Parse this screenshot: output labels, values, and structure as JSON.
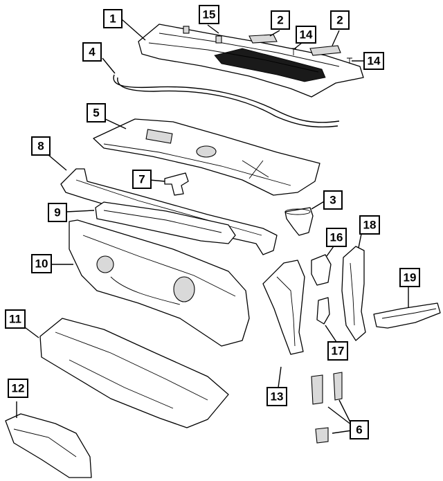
{
  "diagram": {
    "callouts": [
      {
        "id": "c1",
        "label": "1"
      },
      {
        "id": "c2a",
        "label": "2"
      },
      {
        "id": "c2b",
        "label": "2"
      },
      {
        "id": "c3",
        "label": "3"
      },
      {
        "id": "c4",
        "label": "4"
      },
      {
        "id": "c5",
        "label": "5"
      },
      {
        "id": "c6",
        "label": "6"
      },
      {
        "id": "c7",
        "label": "7"
      },
      {
        "id": "c8",
        "label": "8"
      },
      {
        "id": "c9",
        "label": "9"
      },
      {
        "id": "c10",
        "label": "10"
      },
      {
        "id": "c11",
        "label": "11"
      },
      {
        "id": "c12",
        "label": "12"
      },
      {
        "id": "c13",
        "label": "13"
      },
      {
        "id": "c14a",
        "label": "14"
      },
      {
        "id": "c14b",
        "label": "14"
      },
      {
        "id": "c15",
        "label": "15"
      },
      {
        "id": "c16",
        "label": "16"
      },
      {
        "id": "c17",
        "label": "17"
      },
      {
        "id": "c18",
        "label": "18"
      },
      {
        "id": "c19",
        "label": "19"
      }
    ]
  }
}
